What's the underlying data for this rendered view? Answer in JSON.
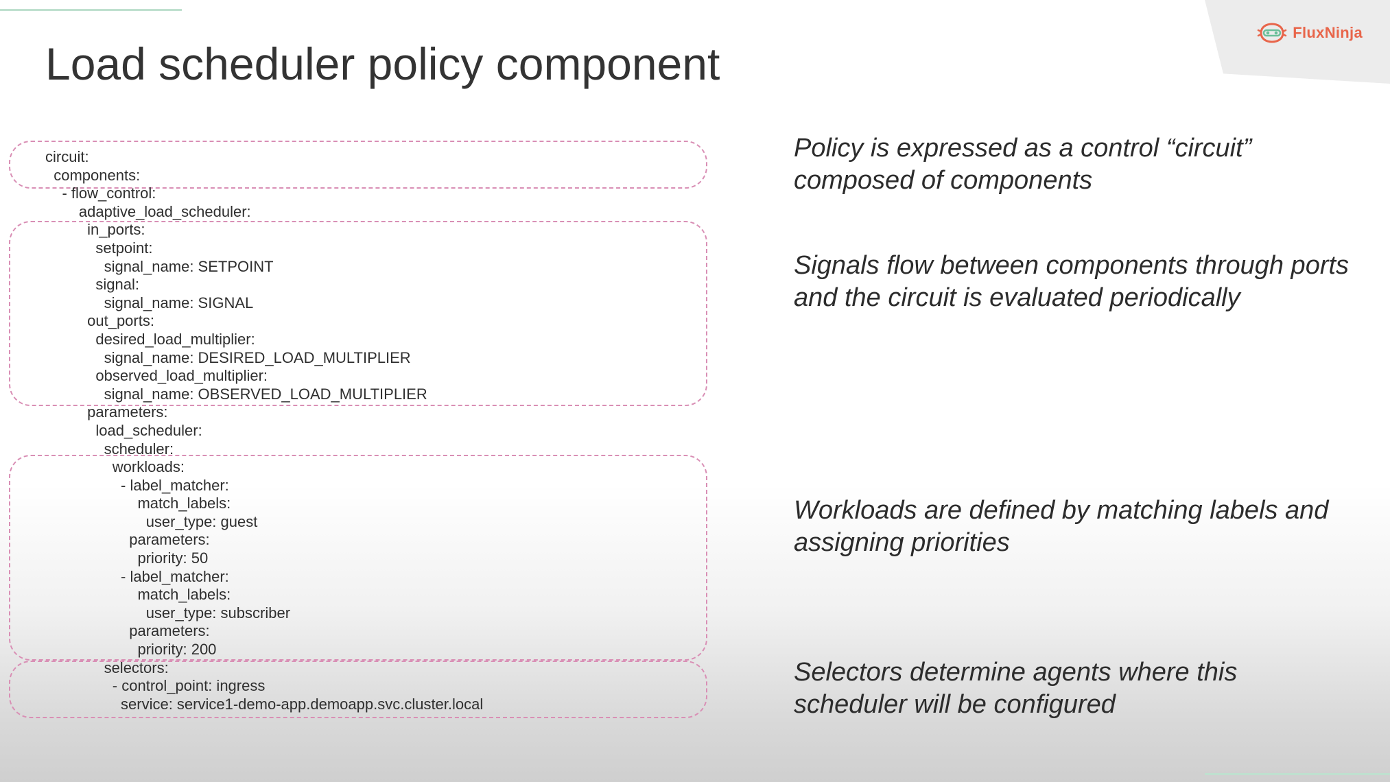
{
  "slide": {
    "title": "Load scheduler policy component",
    "brand": "FluxNinja",
    "colors": {
      "brand": "#e8654a",
      "accent": "#bfe0cf",
      "box_border": "#d98fb5"
    }
  },
  "code_lines": [
    "circuit:",
    "  components:",
    "    - flow_control:",
    "        adaptive_load_scheduler:",
    "          in_ports:",
    "            setpoint:",
    "              signal_name: SETPOINT",
    "            signal:",
    "              signal_name: SIGNAL",
    "          out_ports:",
    "            desired_load_multiplier:",
    "              signal_name: DESIRED_LOAD_MULTIPLIER",
    "            observed_load_multiplier:",
    "              signal_name: OBSERVED_LOAD_MULTIPLIER",
    "          parameters:",
    "            load_scheduler:",
    "              scheduler:",
    "                workloads:",
    "                  - label_matcher:",
    "                      match_labels:",
    "                        user_type: guest",
    "                    parameters:",
    "                      priority: 50",
    "                  - label_matcher:",
    "                      match_labels:",
    "                        user_type: subscriber",
    "                    parameters:",
    "                      priority: 200",
    "              selectors:",
    "                - control_point: ingress",
    "                  service: service1-demo-app.demoapp.svc.cluster.local"
  ],
  "annotations": {
    "circuit": "Policy is expressed as a control “circuit” composed of components",
    "ports": "Signals flow between components through ports and the circuit is evaluated periodically",
    "workloads": "Workloads are defined by matching labels and assigning priorities",
    "selectors": "Selectors determine agents where this scheduler will be configured"
  }
}
